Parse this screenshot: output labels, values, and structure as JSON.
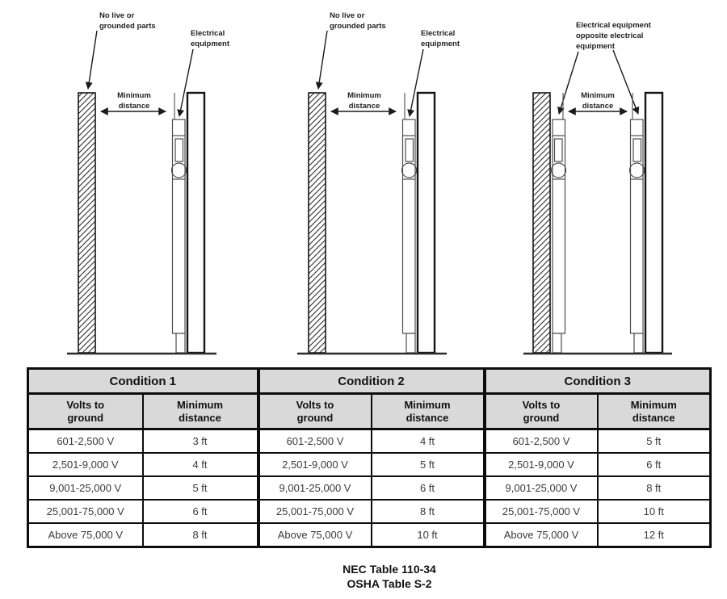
{
  "diagram1": {
    "left_label": {
      "line1": "No live or",
      "line2": "grounded parts"
    },
    "equipment_label": {
      "line1": "Electrical",
      "line2": "equipment"
    },
    "distance_label": {
      "line1": "Minimum",
      "line2": "distance"
    }
  },
  "diagram2": {
    "left_label": {
      "line1": "No live or",
      "line2": "grounded parts"
    },
    "equipment_label": {
      "line1": "Electrical",
      "line2": "equipment"
    },
    "distance_label": {
      "line1": "Minimum",
      "line2": "distance"
    }
  },
  "diagram3": {
    "top_label": {
      "line1": "Electrical equipment",
      "line2": "opposite electrical",
      "line3": "equipment"
    },
    "distance_label": {
      "line1": "Minimum",
      "line2": "distance"
    }
  },
  "table": {
    "conditions": [
      {
        "title": "Condition 1",
        "volts_header": "Volts to ground",
        "distance_header": "Minimum distance",
        "rows": [
          {
            "volts": "601-2,500 V",
            "distance": "3 ft"
          },
          {
            "volts": "2,501-9,000 V",
            "distance": "4 ft"
          },
          {
            "volts": "9,001-25,000 V",
            "distance": "5 ft"
          },
          {
            "volts": "25,001-75,000 V",
            "distance": "6 ft"
          },
          {
            "volts": "Above 75,000 V",
            "distance": "8 ft"
          }
        ]
      },
      {
        "title": "Condition 2",
        "volts_header": "Volts to ground",
        "distance_header": "Minimum distance",
        "rows": [
          {
            "volts": "601-2,500 V",
            "distance": "4 ft"
          },
          {
            "volts": "2,501-9,000 V",
            "distance": "5 ft"
          },
          {
            "volts": "9,001-25,000 V",
            "distance": "6 ft"
          },
          {
            "volts": "25,001-75,000 V",
            "distance": "8 ft"
          },
          {
            "volts": "Above 75,000 V",
            "distance": "10 ft"
          }
        ]
      },
      {
        "title": "Condition 3",
        "volts_header": "Volts to ground",
        "distance_header": "Minimum distance",
        "rows": [
          {
            "volts": "601-2,500 V",
            "distance": "5 ft"
          },
          {
            "volts": "2,501-9,000 V",
            "distance": "6 ft"
          },
          {
            "volts": "9,001-25,000 V",
            "distance": "8 ft"
          },
          {
            "volts": "25,001-75,000 V",
            "distance": "10 ft"
          },
          {
            "volts": "Above 75,000 V",
            "distance": "12 ft"
          }
        ]
      }
    ]
  },
  "footer": {
    "line1": "NEC Table 110-34",
    "line2": "OSHA Table S-2"
  },
  "colors": {
    "header_bg": "#d9d9d9",
    "line": "#1a1a1a",
    "table_border": "#0d0d0d",
    "body_text": "#3a3a3a"
  }
}
